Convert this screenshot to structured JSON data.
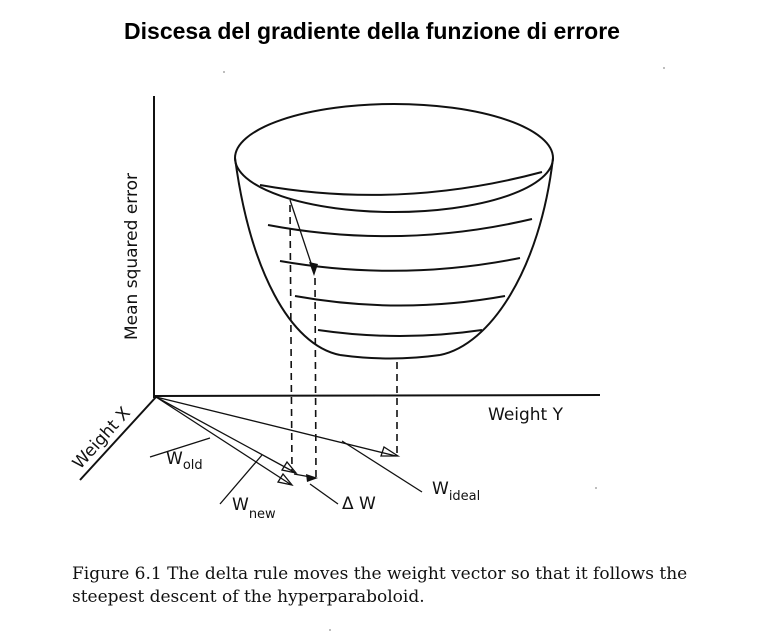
{
  "title": "Discesa del gradiente della funzione di errore",
  "labels": {
    "y_axis": "Mean squared error",
    "weight_x": "Weight  X",
    "weight_y": "Weight  Y",
    "w_old": "W",
    "w_old_sub": "old",
    "w_new": "W",
    "w_new_sub": "new",
    "delta_w": "Δ W",
    "w_ideal": "W",
    "w_ideal_sub": "ideal"
  },
  "caption": "Figure 6.1 The delta rule moves the weight vector so that it follows the steepest descent of the hyperparaboloid."
}
